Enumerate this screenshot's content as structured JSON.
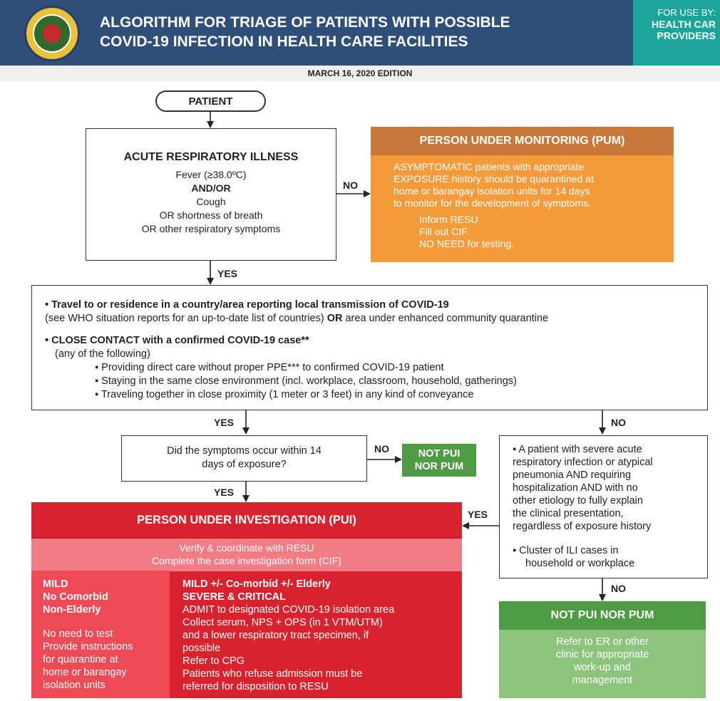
{
  "header": {
    "title_line1": "ALGORITHM FOR TRIAGE OF PATIENTS WITH POSSIBLE",
    "title_line2": "COVID-19 INFECTION IN HEALTH CARE FACILITIES",
    "for_use_label": "FOR USE BY:",
    "audience_line1": "HEALTH CAR",
    "audience_line2": "PROVIDERS",
    "edition": "MARCH 16, 2020 EDITION"
  },
  "patient": "PATIENT",
  "ari": {
    "title": "ACUTE RESPIRATORY ILLNESS",
    "line1": "Fever (≥38.0ºC)",
    "line2": "AND/OR",
    "line3": "Cough",
    "line4": "OR shortness of breath",
    "line5": "OR other respiratory symptoms"
  },
  "labels": {
    "no": "NO",
    "yes": "YES"
  },
  "pum": {
    "title": "PERSON UNDER MONITORING (PUM)",
    "body1": "ASYMPTOMATIC patients with appropriate",
    "body2": "EXPOSURE history should be quarantined at",
    "body3": "home or barangay isolation units for 14 days",
    "body4": "to monitor for the development of symptoms.",
    "item1": "Inform RESU",
    "item2": "Fill out CIF.",
    "item3": "NO NEED  for testing."
  },
  "exposure": {
    "b1": "Travel to or residence in a country/area reporting local transmission of COVID-19",
    "b1_note_a": "(see WHO situation reports for an up-to-date list of countries) ",
    "b1_note_or": "OR",
    "b1_note_b": " area under enhanced community quarantine",
    "b2": "CLOSE CONTACT with a confirmed COVID-19 case**",
    "b2_note": "(any of the following)",
    "s1": "Providing direct care without proper PPE*** to confirmed COVID-19 patient",
    "s2": "Staying in the same close environment (incl. workplace, classroom, household, gatherings)",
    "s3": "Traveling together in close proximity (1 meter or 3 feet) in any kind of conveyance"
  },
  "symptoms_q": {
    "line1": "Did the symptoms occur within 14",
    "line2": "days of exposure?"
  },
  "not_pui_small": {
    "line1": "NOT PUI",
    "line2": "NOR PUM"
  },
  "severe": {
    "l1": "A patient with severe acute",
    "l2": "respiratory infection or atypical",
    "l3": "pneumonia AND requiring",
    "l4": "hospitalization AND with no",
    "l5": "other etiology to fully explain",
    "l6": "the clinical presentation,",
    "l7": "regardless of exposure history",
    "c1": "Cluster of ILI cases in",
    "c2": "household or workplace"
  },
  "pui": {
    "title": "PERSON UNDER INVESTIGATION (PUI)",
    "sub1": "Verify & coordinate with RESU",
    "sub2": "Complete the case investigation form (CIF)",
    "mild_h1": "MILD",
    "mild_h2": "No Comorbid",
    "mild_h3": "Non-Elderly",
    "mild_b1": "No need to test",
    "mild_b2": "Provide instructions",
    "mild_b3": "for quarantine at",
    "mild_b4": "home or barangay",
    "mild_b5": "isolation units",
    "sev_h1": "MILD +/- Co-morbid +/- Elderly",
    "sev_h2": "SEVERE & CRITICAL",
    "sev_b1": "ADMIT to designated COVID-19 isolation area",
    "sev_b2": "Collect serum, NPS + OPS (in 1 VTM/UTM)",
    "sev_b3": "and a lower respiratory tract specimen, if",
    "sev_b4": "possible",
    "sev_b5": "Refer to CPG",
    "sev_b6": "Patients who refuse admission must be",
    "sev_b7": "referred for disposition to RESU"
  },
  "not_pui_big": {
    "title": "NOT PUI NOR PUM",
    "b1": "Refer to ER or other",
    "b2": "clinic for appropriate",
    "b3": "work-up and",
    "b4": "management"
  },
  "colors": {
    "header_blue": "#2f4f7a",
    "teal": "#1ba59a",
    "pum_orange": "#f39a3a",
    "pum_title": "#c8783a",
    "pui_red": "#d8232f",
    "pui_pink": "#f27c86",
    "green_dark": "#4f9a44",
    "green_light": "#8cc47b"
  }
}
